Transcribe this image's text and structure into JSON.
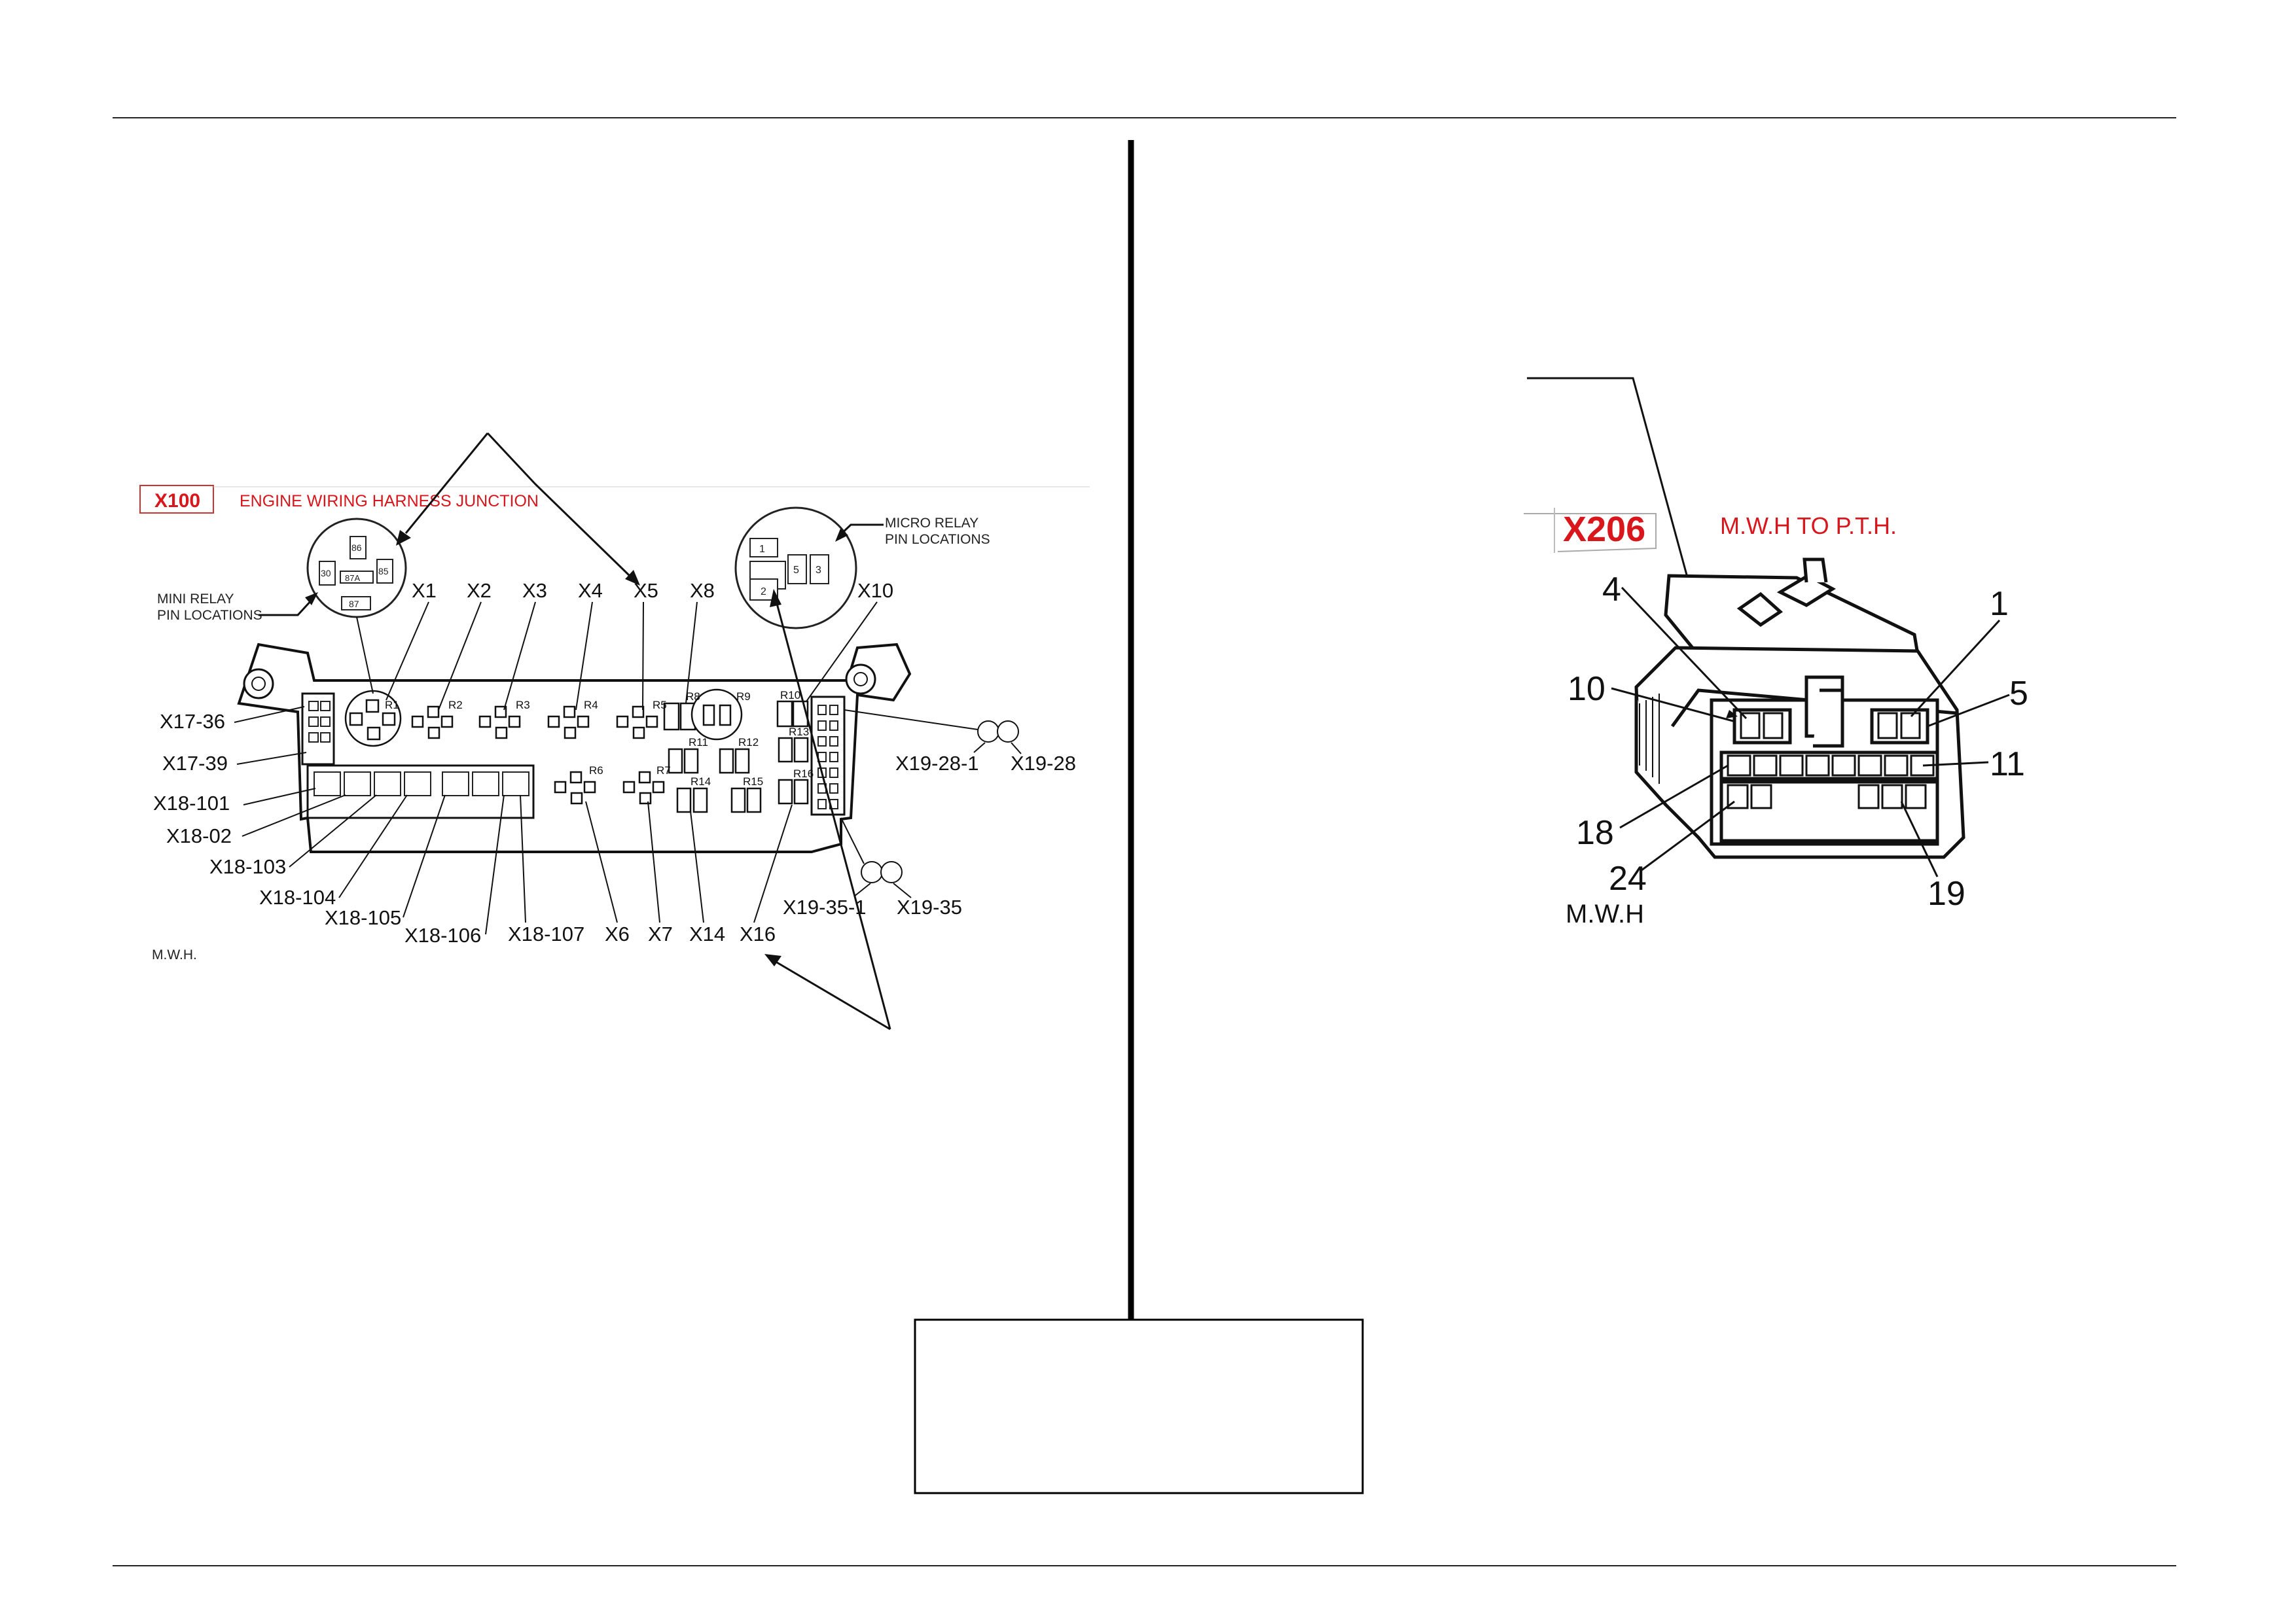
{
  "left_diagram": {
    "code": "X100",
    "title": "ENGINE WIRING HARNESS JUNCTION",
    "mini_relay": {
      "label": "MINI RELAY\nPIN LOCATIONS",
      "pins": [
        "30",
        "86",
        "85",
        "87A",
        "87"
      ]
    },
    "micro_relay": {
      "label": "MICRO RELAY\nPIN LOCATIONS",
      "pins": [
        "1",
        "5",
        "3",
        "2"
      ]
    },
    "top_labels": [
      "X1",
      "X2",
      "X3",
      "X4",
      "X5",
      "X8",
      "X10"
    ],
    "left_labels": [
      "X17-36",
      "X17-39",
      "X18-101",
      "X18-02",
      "X18-103",
      "X18-104",
      "X18-105",
      "X18-106",
      "X18-107"
    ],
    "bottom_labels": [
      "X6",
      "X7",
      "X14",
      "X16"
    ],
    "right_labels": [
      "X19-28-1",
      "X19-28",
      "X19-35-1",
      "X19-35"
    ],
    "relay_labels": [
      "R1",
      "R2",
      "R3",
      "R4",
      "R5",
      "R6",
      "R7",
      "R8",
      "R9",
      "R10",
      "R11",
      "R12",
      "R13",
      "R14",
      "R15",
      "R16"
    ],
    "footer": "M.W.H."
  },
  "right_diagram": {
    "code": "X206",
    "title": "M.W.H TO P.T.H.",
    "pin_labels": [
      "4",
      "1",
      "10",
      "5",
      "11",
      "18",
      "24",
      "19"
    ],
    "footer": "M.W.H"
  }
}
